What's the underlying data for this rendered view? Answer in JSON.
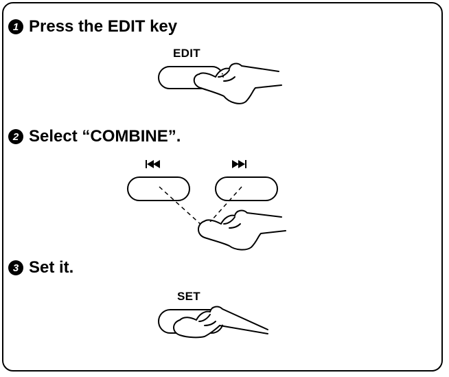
{
  "steps": [
    {
      "number": "1",
      "text": "Press the EDIT key"
    },
    {
      "number": "2",
      "text": "Select “COMBINE”."
    },
    {
      "number": "3",
      "text": "Set it."
    }
  ],
  "keys": {
    "edit": "EDIT",
    "set": "SET"
  },
  "icons": {
    "prev": "skip-back-icon",
    "next": "skip-forward-icon",
    "hand": "pointing-hand-icon"
  }
}
